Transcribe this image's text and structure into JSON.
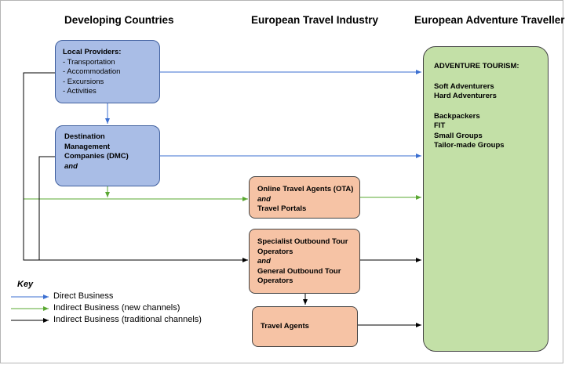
{
  "headers": {
    "developing": "Developing Countries",
    "industry": "European Travel Industry",
    "travellers": "European Adventure Travellers"
  },
  "local_providers": {
    "title": "Local Providers:",
    "items": [
      "- Transportation",
      "-  Accommodation",
      "-  Excursions",
      "-  Activities"
    ]
  },
  "dmc": {
    "line1": "Destination",
    "line2": "Management",
    "line3": "Companies (DMC)",
    "and": "and"
  },
  "ota": {
    "line1": "Online Travel Agents (OTA)",
    "and": "and",
    "line2": "Travel Portals"
  },
  "operators": {
    "line1": "Specialist Outbound Tour",
    "line2": "Operators",
    "and": "and",
    "line3": "General Outbound Tour",
    "line4": "Operators"
  },
  "agents": {
    "label": "Travel Agents"
  },
  "adventure": {
    "title": "ADVENTURE TOURISM:",
    "group1": [
      "Soft Adventurers",
      "Hard Adventurers"
    ],
    "group2": [
      "Backpackers",
      "FIT",
      "Small Groups",
      "Tailor-made Groups"
    ]
  },
  "key": {
    "title": "Key",
    "direct": "Direct Business",
    "indirect_new": "Indirect Business (new channels)",
    "indirect_traditional": "Indirect Business (traditional channels)"
  },
  "colors": {
    "direct": "#3b6fd1",
    "indirect_new": "#5aa832",
    "indirect_traditional": "#000000",
    "local_fill": "#a9bde6",
    "industry_fill": "#f6c3a5",
    "traveller_fill": "#c3e0a7"
  }
}
